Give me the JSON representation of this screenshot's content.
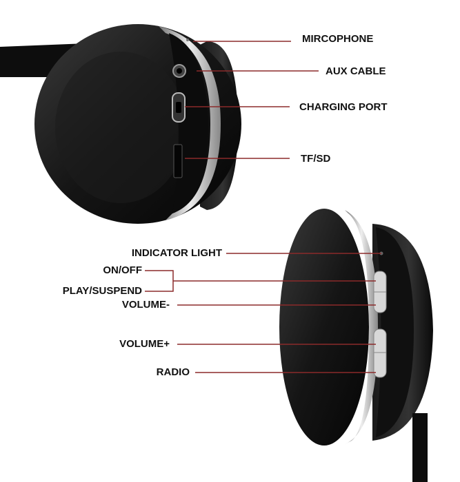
{
  "colors": {
    "leader_line": "#8b2a2a",
    "headphone": "#111111",
    "trim": "#c8c8c8"
  },
  "labels": {
    "top": [
      "MIRCOPHONE",
      "AUX CABLE",
      "CHARGING PORT",
      "TF/SD"
    ],
    "bottom": [
      "INDICATOR LIGHT",
      "ON/OFF",
      "PLAY/SUSPEND",
      "VOLUME-",
      "VOLUME+",
      "RADIO"
    ]
  }
}
